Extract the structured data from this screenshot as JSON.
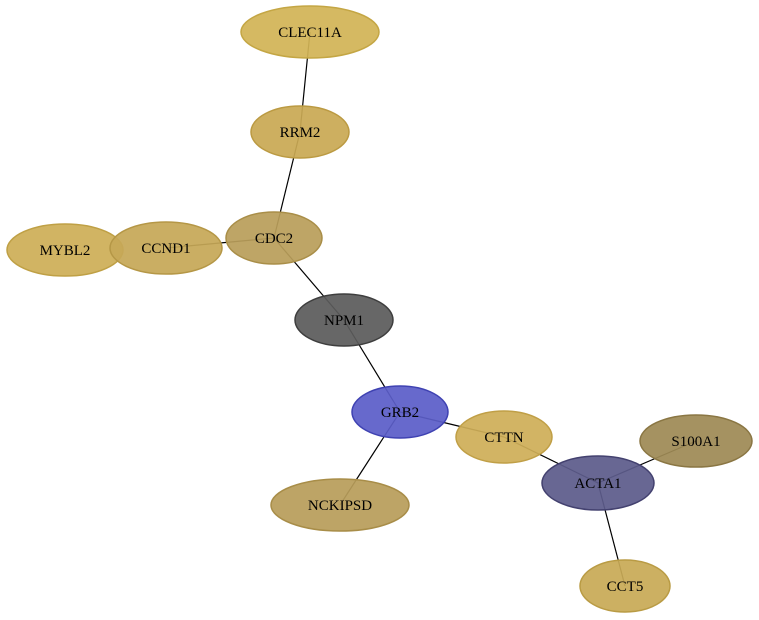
{
  "network": {
    "nodes": [
      {
        "id": "CLEC11A",
        "label": "CLEC11A",
        "fill": "#d2b456",
        "stroke": "#c4a644"
      },
      {
        "id": "RRM2",
        "label": "RRM2",
        "fill": "#c9a954",
        "stroke": "#bb9a42"
      },
      {
        "id": "CDC2",
        "label": "CDC2",
        "fill": "#b99e5a",
        "stroke": "#a98e48"
      },
      {
        "id": "MYBL2",
        "label": "MYBL2",
        "fill": "#cdae57",
        "stroke": "#bfa045"
      },
      {
        "id": "CCND1",
        "label": "CCND1",
        "fill": "#c6a857",
        "stroke": "#b59746"
      },
      {
        "id": "NPM1",
        "label": "NPM1",
        "fill": "#5b5b5b",
        "stroke": "#3e3e3e"
      },
      {
        "id": "GRB2",
        "label": "GRB2",
        "fill": "#5b5ec8",
        "stroke": "#3f42b2"
      },
      {
        "id": "CTTN",
        "label": "CTTN",
        "fill": "#cfae58",
        "stroke": "#c09f46"
      },
      {
        "id": "NCKIPSD",
        "label": "NCKIPSD",
        "fill": "#b89d5a",
        "stroke": "#a88d48"
      },
      {
        "id": "ACTA1",
        "label": "ACTA1",
        "fill": "#5d5b8b",
        "stroke": "#43416f"
      },
      {
        "id": "S100A1",
        "label": "S100A1",
        "fill": "#9e8a55",
        "stroke": "#8a7643"
      },
      {
        "id": "CCT5",
        "label": "CCT5",
        "fill": "#c8aa56",
        "stroke": "#b99b44"
      }
    ],
    "edges": [
      [
        "CLEC11A",
        "RRM2"
      ],
      [
        "RRM2",
        "CDC2"
      ],
      [
        "CDC2",
        "CCND1"
      ],
      [
        "CDC2",
        "NPM1"
      ],
      [
        "NPM1",
        "GRB2"
      ],
      [
        "GRB2",
        "CTTN"
      ],
      [
        "GRB2",
        "NCKIPSD"
      ],
      [
        "CTTN",
        "ACTA1"
      ],
      [
        "ACTA1",
        "S100A1"
      ],
      [
        "ACTA1",
        "CCT5"
      ]
    ]
  }
}
